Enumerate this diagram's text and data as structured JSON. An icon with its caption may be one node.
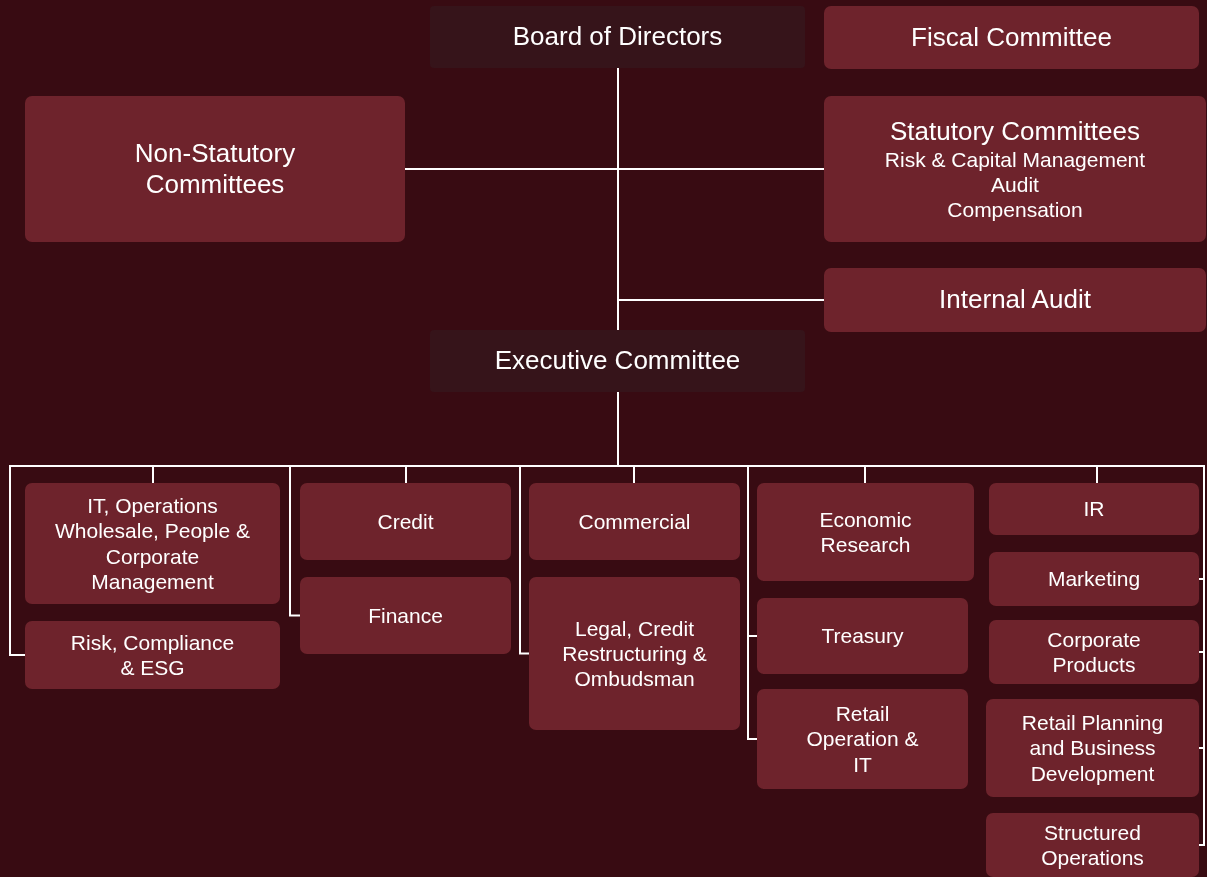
{
  "diagram": {
    "nodes": [
      {
        "text": [
          "Board of Directors"
        ]
      },
      {
        "text": [
          "Fiscal Committee"
        ]
      },
      {
        "text": [
          "Non-Statutory Committees"
        ]
      },
      {
        "text": [
          "Statutory Committees",
          "Risk & Capital Management",
          "Audit",
          "Compensation"
        ]
      },
      {
        "text": [
          "Internal Audit"
        ]
      },
      {
        "text": [
          "Executive Committee"
        ]
      },
      {
        "text": [
          "IT, Operations Wholesale, People & Corporate Management"
        ]
      },
      {
        "text": [
          "Risk, Compliance & ESG"
        ]
      },
      {
        "text": [
          "Credit"
        ]
      },
      {
        "text": [
          "Finance"
        ]
      },
      {
        "text": [
          "Commercial"
        ]
      },
      {
        "text": [
          "Legal, Credit Restructuring & Ombudsman"
        ]
      },
      {
        "text": [
          "Economic Research"
        ]
      },
      {
        "text": [
          "Treasury"
        ]
      },
      {
        "text": [
          "Retail Operation & IT"
        ]
      },
      {
        "text": [
          "IR"
        ]
      },
      {
        "text": [
          "Marketing"
        ]
      },
      {
        "text": [
          "Corporate Products"
        ]
      },
      {
        "text": [
          "Retail Planning and Business Development"
        ]
      },
      {
        "text": [
          "Structured Operations"
        ]
      }
    ],
    "edges": [
      {
        "from": 0,
        "to": 2,
        "arrow": "none"
      },
      {
        "from": 0,
        "to": 3,
        "arrow": "none"
      },
      {
        "from": 0,
        "to": 4,
        "arrow": "none"
      },
      {
        "from": 0,
        "to": 5,
        "arrow": "none"
      },
      {
        "from": 5,
        "to": 6,
        "arrow": "none"
      },
      {
        "from": 5,
        "to": 7,
        "arrow": "none"
      },
      {
        "from": 5,
        "to": 8,
        "arrow": "none"
      },
      {
        "from": 5,
        "to": 9,
        "arrow": "none"
      },
      {
        "from": 5,
        "to": 10,
        "arrow": "none"
      },
      {
        "from": 5,
        "to": 11,
        "arrow": "none"
      },
      {
        "from": 5,
        "to": 12,
        "arrow": "none"
      },
      {
        "from": 5,
        "to": 13,
        "arrow": "none"
      },
      {
        "from": 5,
        "to": 14,
        "arrow": "none"
      },
      {
        "from": 5,
        "to": 15,
        "arrow": "none"
      },
      {
        "from": 5,
        "to": 16,
        "arrow": "none"
      },
      {
        "from": 5,
        "to": 17,
        "arrow": "none"
      },
      {
        "from": 5,
        "to": 18,
        "arrow": "none"
      },
      {
        "from": 5,
        "to": 19,
        "arrow": "none"
      }
    ]
  }
}
